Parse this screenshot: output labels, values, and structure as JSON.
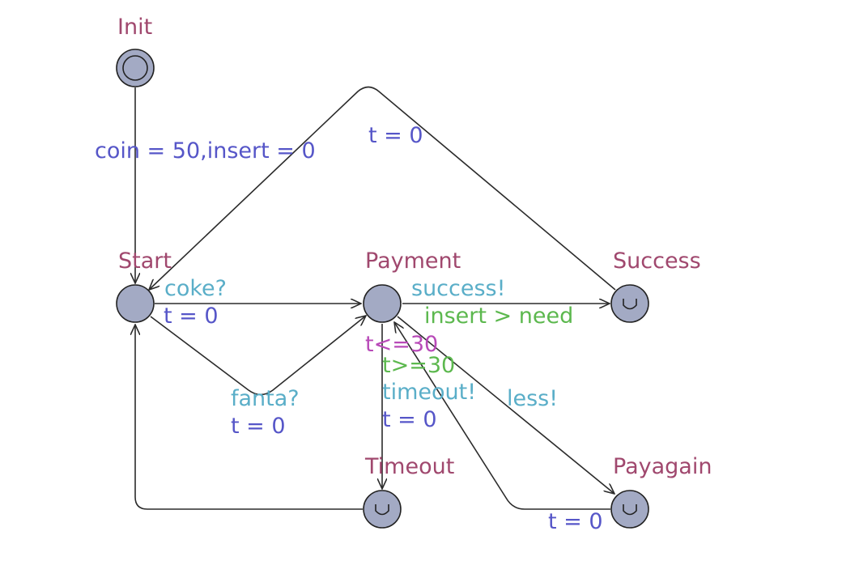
{
  "colors": {
    "location_fill": "#a3aac4",
    "location_stroke": "#222222",
    "location_name": "#a0486e",
    "sync": "#5aaec8",
    "assignment": "#5656c8",
    "guard": "#5cb84e",
    "invariant": "#b84ab8"
  },
  "locations": {
    "init": {
      "name": "Init",
      "kind": "initial"
    },
    "start": {
      "name": "Start",
      "kind": "normal"
    },
    "payment": {
      "name": "Payment",
      "kind": "normal",
      "invariant": "t<=30"
    },
    "success": {
      "name": "Success",
      "kind": "urgent"
    },
    "timeout": {
      "name": "Timeout",
      "kind": "urgent"
    },
    "payagain": {
      "name": "Payagain",
      "kind": "urgent"
    }
  },
  "edges": {
    "init_start": {
      "from": "Init",
      "to": "Start",
      "assignment": "coin = 50,insert = 0"
    },
    "start_payment_coke": {
      "from": "Start",
      "to": "Payment",
      "sync": "coke?",
      "assignment": "t = 0"
    },
    "start_payment_fanta": {
      "from": "Start",
      "to": "Payment",
      "sync": "fanta?",
      "assignment": "t = 0"
    },
    "payment_success": {
      "from": "Payment",
      "to": "Success",
      "sync": "success!",
      "guard": "insert > need"
    },
    "payment_timeout": {
      "from": "Payment",
      "to": "Timeout",
      "guard": "t>=30",
      "sync": "timeout!",
      "assignment": "t = 0"
    },
    "payment_payagain": {
      "from": "Payment",
      "to": "Payagain",
      "sync": "less!"
    },
    "payagain_payment": {
      "from": "Payagain",
      "to": "Payment",
      "assignment": "t = 0"
    },
    "success_start": {
      "from": "Success",
      "to": "Start",
      "assignment": "t = 0"
    },
    "timeout_start": {
      "from": "Timeout",
      "to": "Start"
    }
  }
}
